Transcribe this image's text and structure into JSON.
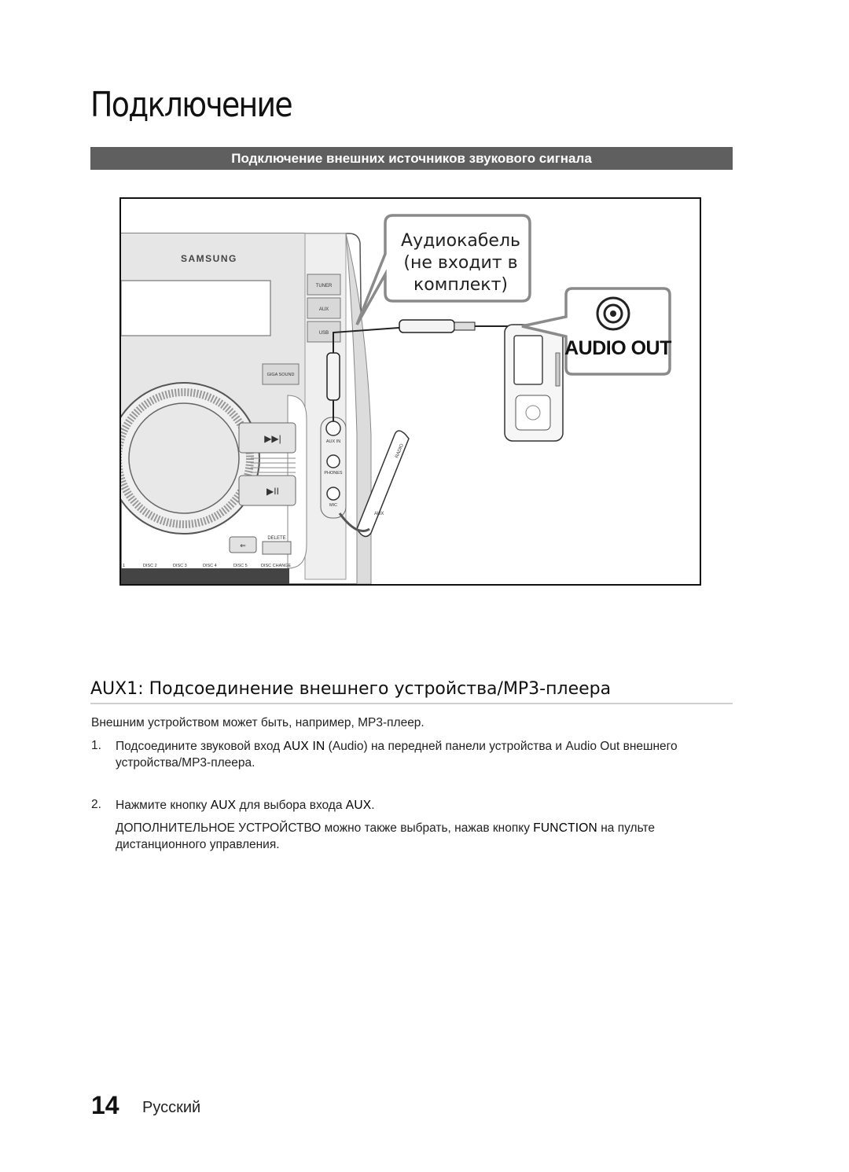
{
  "page": {
    "title": "Подключение",
    "section_bar": "Подключение внешних источников звукового сигнала",
    "page_number": "14",
    "language": "Русский"
  },
  "figure": {
    "brand": "SAMSUNG",
    "callout_cable": [
      "Аудиокабель",
      "(не входит в",
      "комплект)"
    ],
    "audio_out_label": "AUDIO OUT",
    "button_labels": {
      "tuner": "TUNER",
      "aux": "AUX",
      "usb": "USB",
      "giga_sound": "GIGA SOUND",
      "delete": "DELETE"
    },
    "jack_labels": {
      "aux_in": "AUX IN",
      "phones": "PHONES",
      "mic": "MIC"
    },
    "disc_labels": [
      "1",
      "DISC 2",
      "DISC 3",
      "DISC 4",
      "DISC 5",
      "DISC CHANGE"
    ],
    "remote_labels": {
      "top": "RADIO",
      "aux": "AUX"
    }
  },
  "subsection": {
    "heading": "AUX1: Подсоединение внешнего устройства/MP3-плеера",
    "intro": "Внешним устройством может быть, например, MP3-плеер.",
    "step1": {
      "num": "1.",
      "p1": "Подсоедините звуковой вход ",
      "kw1": "AUX IN",
      "p2": " (Audio) на передней панели устройства и Audio Out внешнего",
      "line2": "устройства/MP3-плеера."
    },
    "step2": {
      "num": "2.",
      "p1": "Нажмите кнопку ",
      "kw1": "AUX",
      "p2": " для выбора входа ",
      "kw2": "AUX",
      "p3": "."
    },
    "note": {
      "p1": "ДОПОЛНИТЕЛЬНОЕ УСТРОЙСТВО можно также выбрать, нажав кнопку ",
      "kw1": "FUNCTION",
      "p2": " на пульте",
      "line2": "дистанционного управления."
    }
  }
}
